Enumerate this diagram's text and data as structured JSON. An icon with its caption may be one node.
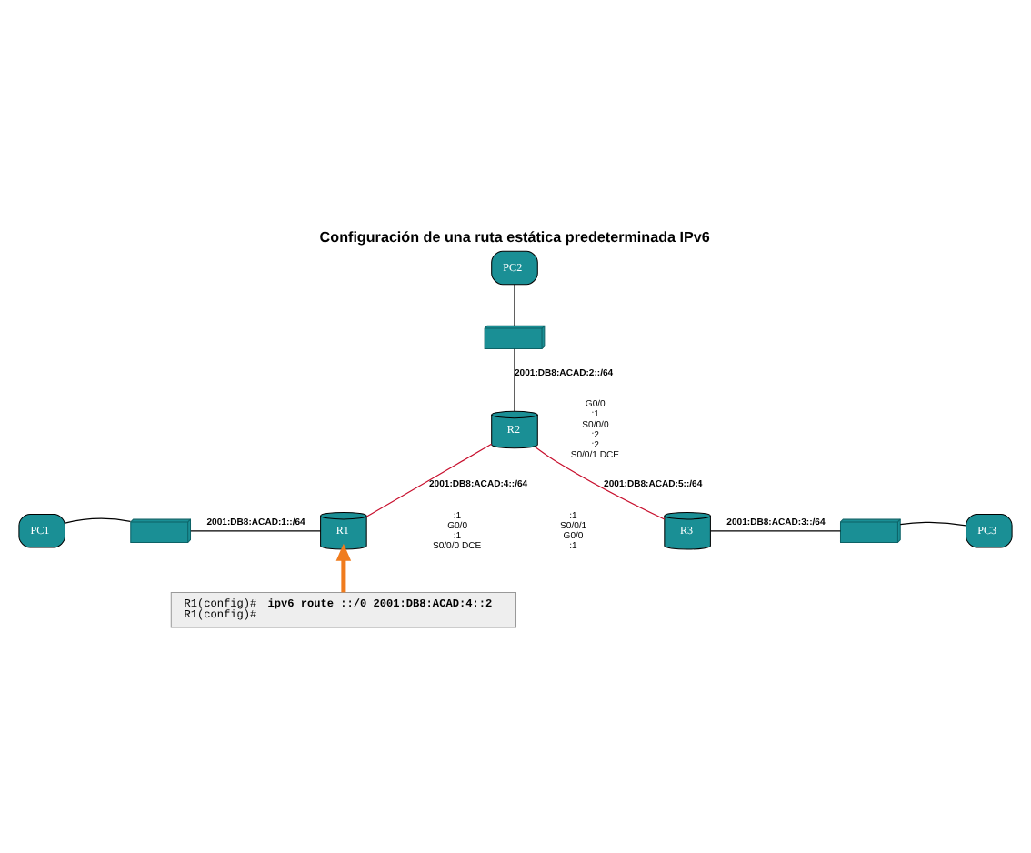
{
  "diagram": {
    "title": "Configuración de una ruta estática predeterminada IPv6",
    "nodes": [
      {
        "text": [
          "PC2"
        ]
      },
      {
        "text": [],
        "shape": "box"
      },
      {
        "text": [
          "R2"
        ],
        "beside": [
          "G0/0",
          ":1",
          "S0/0/0",
          ":2",
          ":2",
          "S0/0/1 DCE"
        ]
      },
      {
        "text": [
          "R1"
        ],
        "beside": [
          ":1",
          "G0/0",
          ":1",
          "S0/0/0 DCE"
        ]
      },
      {
        "text": [
          "R3"
        ],
        "beside": [
          ":1",
          "S0/0/1",
          "G0/0",
          ":1"
        ]
      },
      {
        "text": [
          "PC1"
        ]
      },
      {
        "text": [],
        "shape": "box"
      },
      {
        "text": [],
        "shape": "box"
      },
      {
        "text": [
          "PC3"
        ]
      },
      {
        "text": [
          "R1(config)# **ipv6 route ::/0 2001:DB8:ACAD:4::2**",
          "R1(config)#"
        ]
      }
    ],
    "edges": [
      {
        "from": 0,
        "to": 1,
        "arrow": "none"
      },
      {
        "from": 1,
        "to": 2,
        "arrow": "none",
        "label": "2001:DB8:ACAD:2::/64"
      },
      {
        "from": 3,
        "to": 2,
        "arrow": "none",
        "label": "2001:DB8:ACAD:4::/64",
        "color": "#c8102e"
      },
      {
        "from": 2,
        "to": 4,
        "arrow": "none",
        "label": "2001:DB8:ACAD:5::/64",
        "color": "#c8102e"
      },
      {
        "from": 5,
        "to": 6,
        "arrow": "none"
      },
      {
        "from": 6,
        "to": 3,
        "arrow": "none",
        "label": "2001:DB8:ACAD:1::/64"
      },
      {
        "from": 4,
        "to": 7,
        "arrow": "none",
        "label": "2001:DB8:ACAD:3::/64"
      },
      {
        "from": 7,
        "to": 8,
        "arrow": "none"
      },
      {
        "from": 9,
        "to": 3,
        "arrow": "to",
        "style": "thick",
        "color": "#f07c1e"
      }
    ]
  }
}
